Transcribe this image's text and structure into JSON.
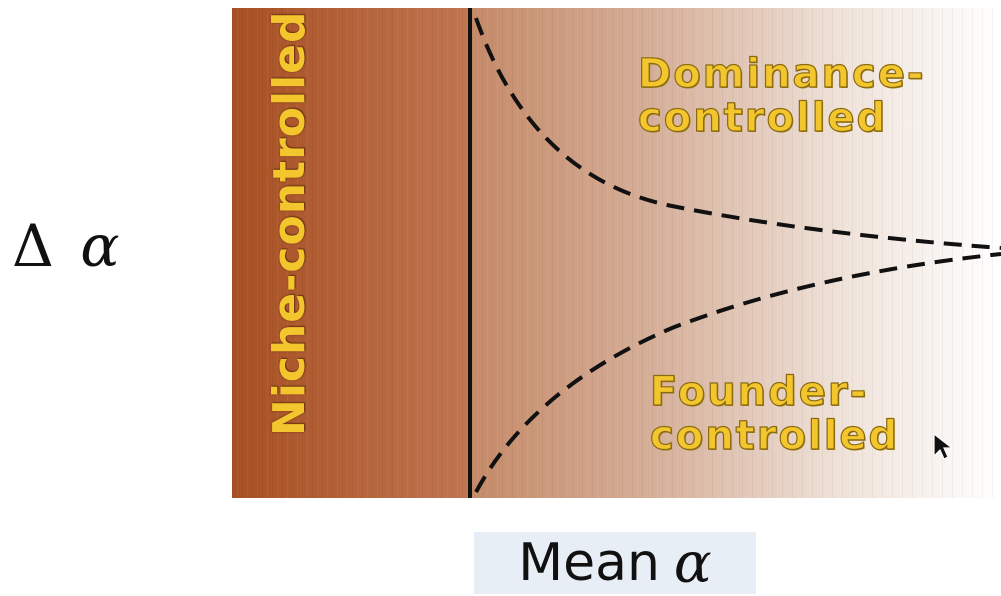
{
  "y_axis": {
    "delta": "Δ",
    "symbol": "α"
  },
  "x_axis": {
    "prefix": "Mean",
    "symbol": "α"
  },
  "regions": {
    "niche": "Niche-controlled",
    "dominance": [
      "Dominance-",
      "controlled"
    ],
    "founder": [
      "Founder-",
      "controlled"
    ]
  },
  "colors": {
    "left_panel": "#b35a2a",
    "gradient_mid": "#c8977a",
    "gradient_end": "#ffffff",
    "label_fill": "#f4c62e",
    "curve": "#111111"
  },
  "icons": [
    "mouse-cursor-icon"
  ]
}
